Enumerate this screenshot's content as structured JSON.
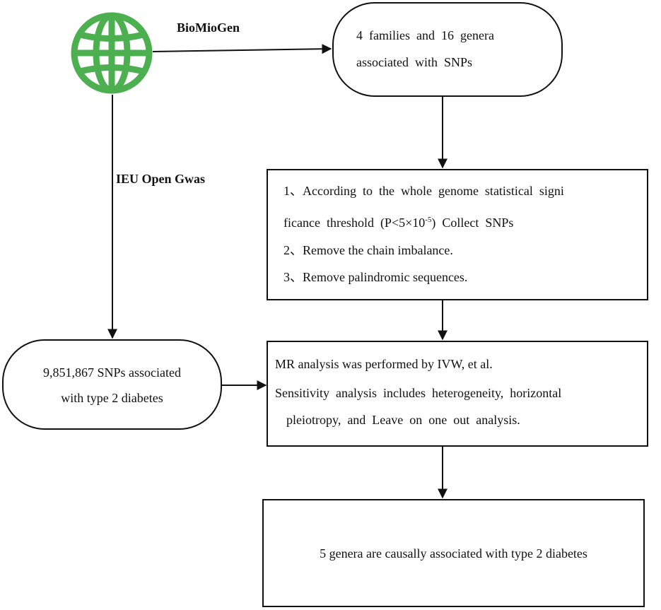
{
  "source_labels": {
    "top": "BioMioGen",
    "left": "IEU Open Gwas"
  },
  "nodes": {
    "families": {
      "line1": "4  families  and  16  genera",
      "line2": "associated  with  SNPs"
    },
    "criteria": {
      "item1_a": "1、According  to  the  whole  genome  statistical  signi",
      "item1_b_pre": "ficance  threshold  (P<5×10",
      "item1_b_sup": "-5",
      "item1_b_post": ")  Collect  SNPs",
      "item2": "2、Remove the chain imbalance.",
      "item3": "3、Remove palindromic sequences."
    },
    "snps": {
      "line1": "9,851,867 SNPs associated",
      "line2": "with type 2 diabetes"
    },
    "analysis": {
      "line1": "MR analysis was performed by IVW, et al.",
      "line2": "Sensitivity  analysis  includes  heterogeneity,  horizontal",
      "line3": "pleiotropy,  and  Leave  on  one  out  analysis."
    },
    "result": {
      "line1": "5 genera are causally associated with type 2 diabetes"
    }
  },
  "colors": {
    "globe": "#4caf50",
    "stroke": "#111111"
  },
  "icons": {
    "source": "globe-icon"
  }
}
